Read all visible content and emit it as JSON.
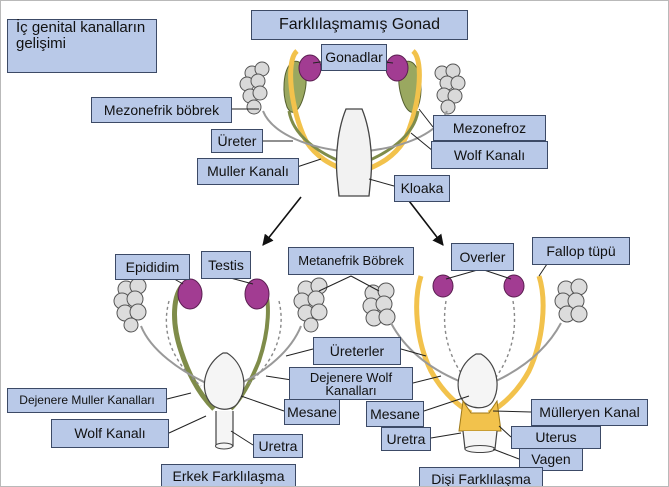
{
  "title": "İç genital kanalların gelişimi",
  "title_lines": [
    "İç genital kanalların",
    "gelişimi"
  ],
  "top_caption": "Farklılaşmamış Gonad",
  "labels": {
    "gonadlar": "Gonadlar",
    "mezonefrik_bobrek": "Mezonefrik böbrek",
    "mezonefroz": "Mezonefroz",
    "ureter": "Üreter",
    "wolf_kanali_top": "Wolf Kanalı",
    "muller_kanali": "Muller Kanalı",
    "kloaka": "Kloaka",
    "epididim": "Epididim",
    "testis": "Testis",
    "metanefrik_bobrek": "Metanefrik Böbrek",
    "overler": "Overler",
    "fallop_tupu": "Fallop tüpü",
    "ureterler": "Üreterler",
    "dejenere_wolf": [
      "Dejenere Wolf",
      "Kanalları"
    ],
    "dejenere_muller": "Dejenere Muller Kanalları",
    "mesane_male": "Mesane",
    "mesane_female": "Mesane",
    "mulleryen_kanal": "Mülleryen Kanal",
    "wolf_kanali_male": "Wolf Kanalı",
    "uterus": "Uterus",
    "uretra_male": "Uretra",
    "uretra_female": "Uretra",
    "vagen": "Vagen",
    "erkek": "Erkek Farklılaşma",
    "disi": "Dişi Farklılaşma"
  },
  "colors": {
    "label_fill": "#b9c9e8",
    "label_border": "#3c4a66",
    "gonad": "#a23c92",
    "wolffian_duct": "#7f8c4a",
    "mullerian_duct": "#f2c24c",
    "kidney": "#cfcfcf"
  }
}
